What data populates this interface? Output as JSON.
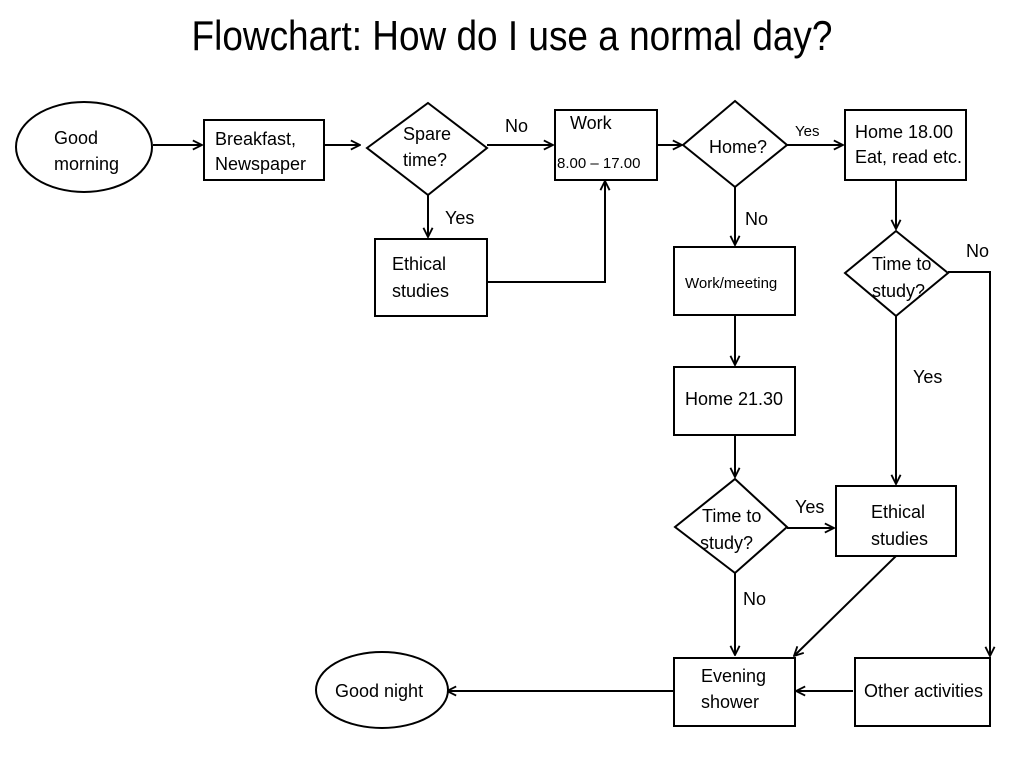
{
  "title": "Flowchart: How do I use a normal day?",
  "nodes": {
    "good_morning": [
      "Good",
      "morning"
    ],
    "breakfast": [
      "Breakfast,",
      "Newspaper"
    ],
    "spare_time": [
      "Spare",
      "time?"
    ],
    "work": [
      "Work",
      "8.00 – 17.00"
    ],
    "home_q": [
      "Home?"
    ],
    "home_1800": [
      "Home 18.00",
      "Eat, read etc."
    ],
    "ethical_top": [
      "Ethical",
      "studies"
    ],
    "work_meeting": [
      "Work/meeting"
    ],
    "home_2130": [
      "Home 21.30"
    ],
    "time_to_study_right": [
      "Time to",
      "study?"
    ],
    "time_to_study_mid": [
      "Time to",
      "study?"
    ],
    "ethical_bottom": [
      "Ethical",
      "studies"
    ],
    "evening_shower": [
      "Evening",
      "shower"
    ],
    "other_activities": [
      "Other activities"
    ],
    "good_night": [
      "Good night"
    ]
  },
  "edge_labels": {
    "spare_no": "No",
    "spare_yes": "Yes",
    "home_yes": "Yes",
    "home_no": "No",
    "right_study_no": "No",
    "right_study_yes": "Yes",
    "mid_study_yes": "Yes",
    "mid_study_no": "No"
  }
}
